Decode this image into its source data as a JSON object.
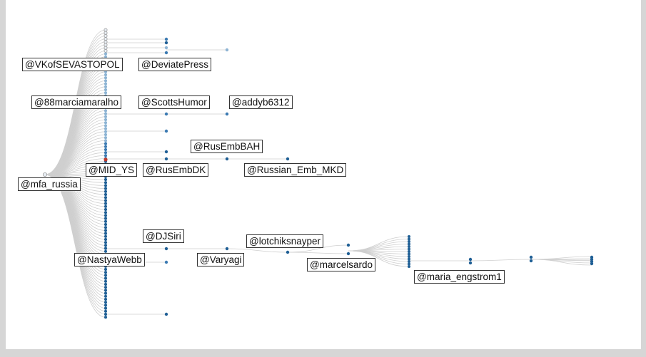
{
  "labels": {
    "vkofsevastopol": "@VKofSEVASTOPOL",
    "deviatepress": "@DeviatePress",
    "marciamaralho": "@88marciamaralho",
    "scottshumor": "@ScottsHumor",
    "addyb6312": "@addyb6312",
    "rusembbah": "@RusEmbBAH",
    "mid_ys": "@MID_YS",
    "rusembdk": "@RusEmbDK",
    "russian_emb_mkd": "@Russian_Emb_MKD",
    "mfa_russia": "@mfa_russia",
    "djsiri": "@DJSiri",
    "lotchiksnayper": "@lotchiksnayper",
    "nastyawebb": "@NastyaWebb",
    "varyagi": "@Varyagi",
    "marcelsardo": "@marcelsardo",
    "maria_engstrom1": "@maria_engstrom1"
  },
  "colors": {
    "edge": "#cfcfcf",
    "node_dark": "#1f5f95",
    "node_mid": "#3b7ab2",
    "node_light": "#8db4d4",
    "node_pale": "#e9eff5",
    "node_highlight": "#c0392b"
  }
}
